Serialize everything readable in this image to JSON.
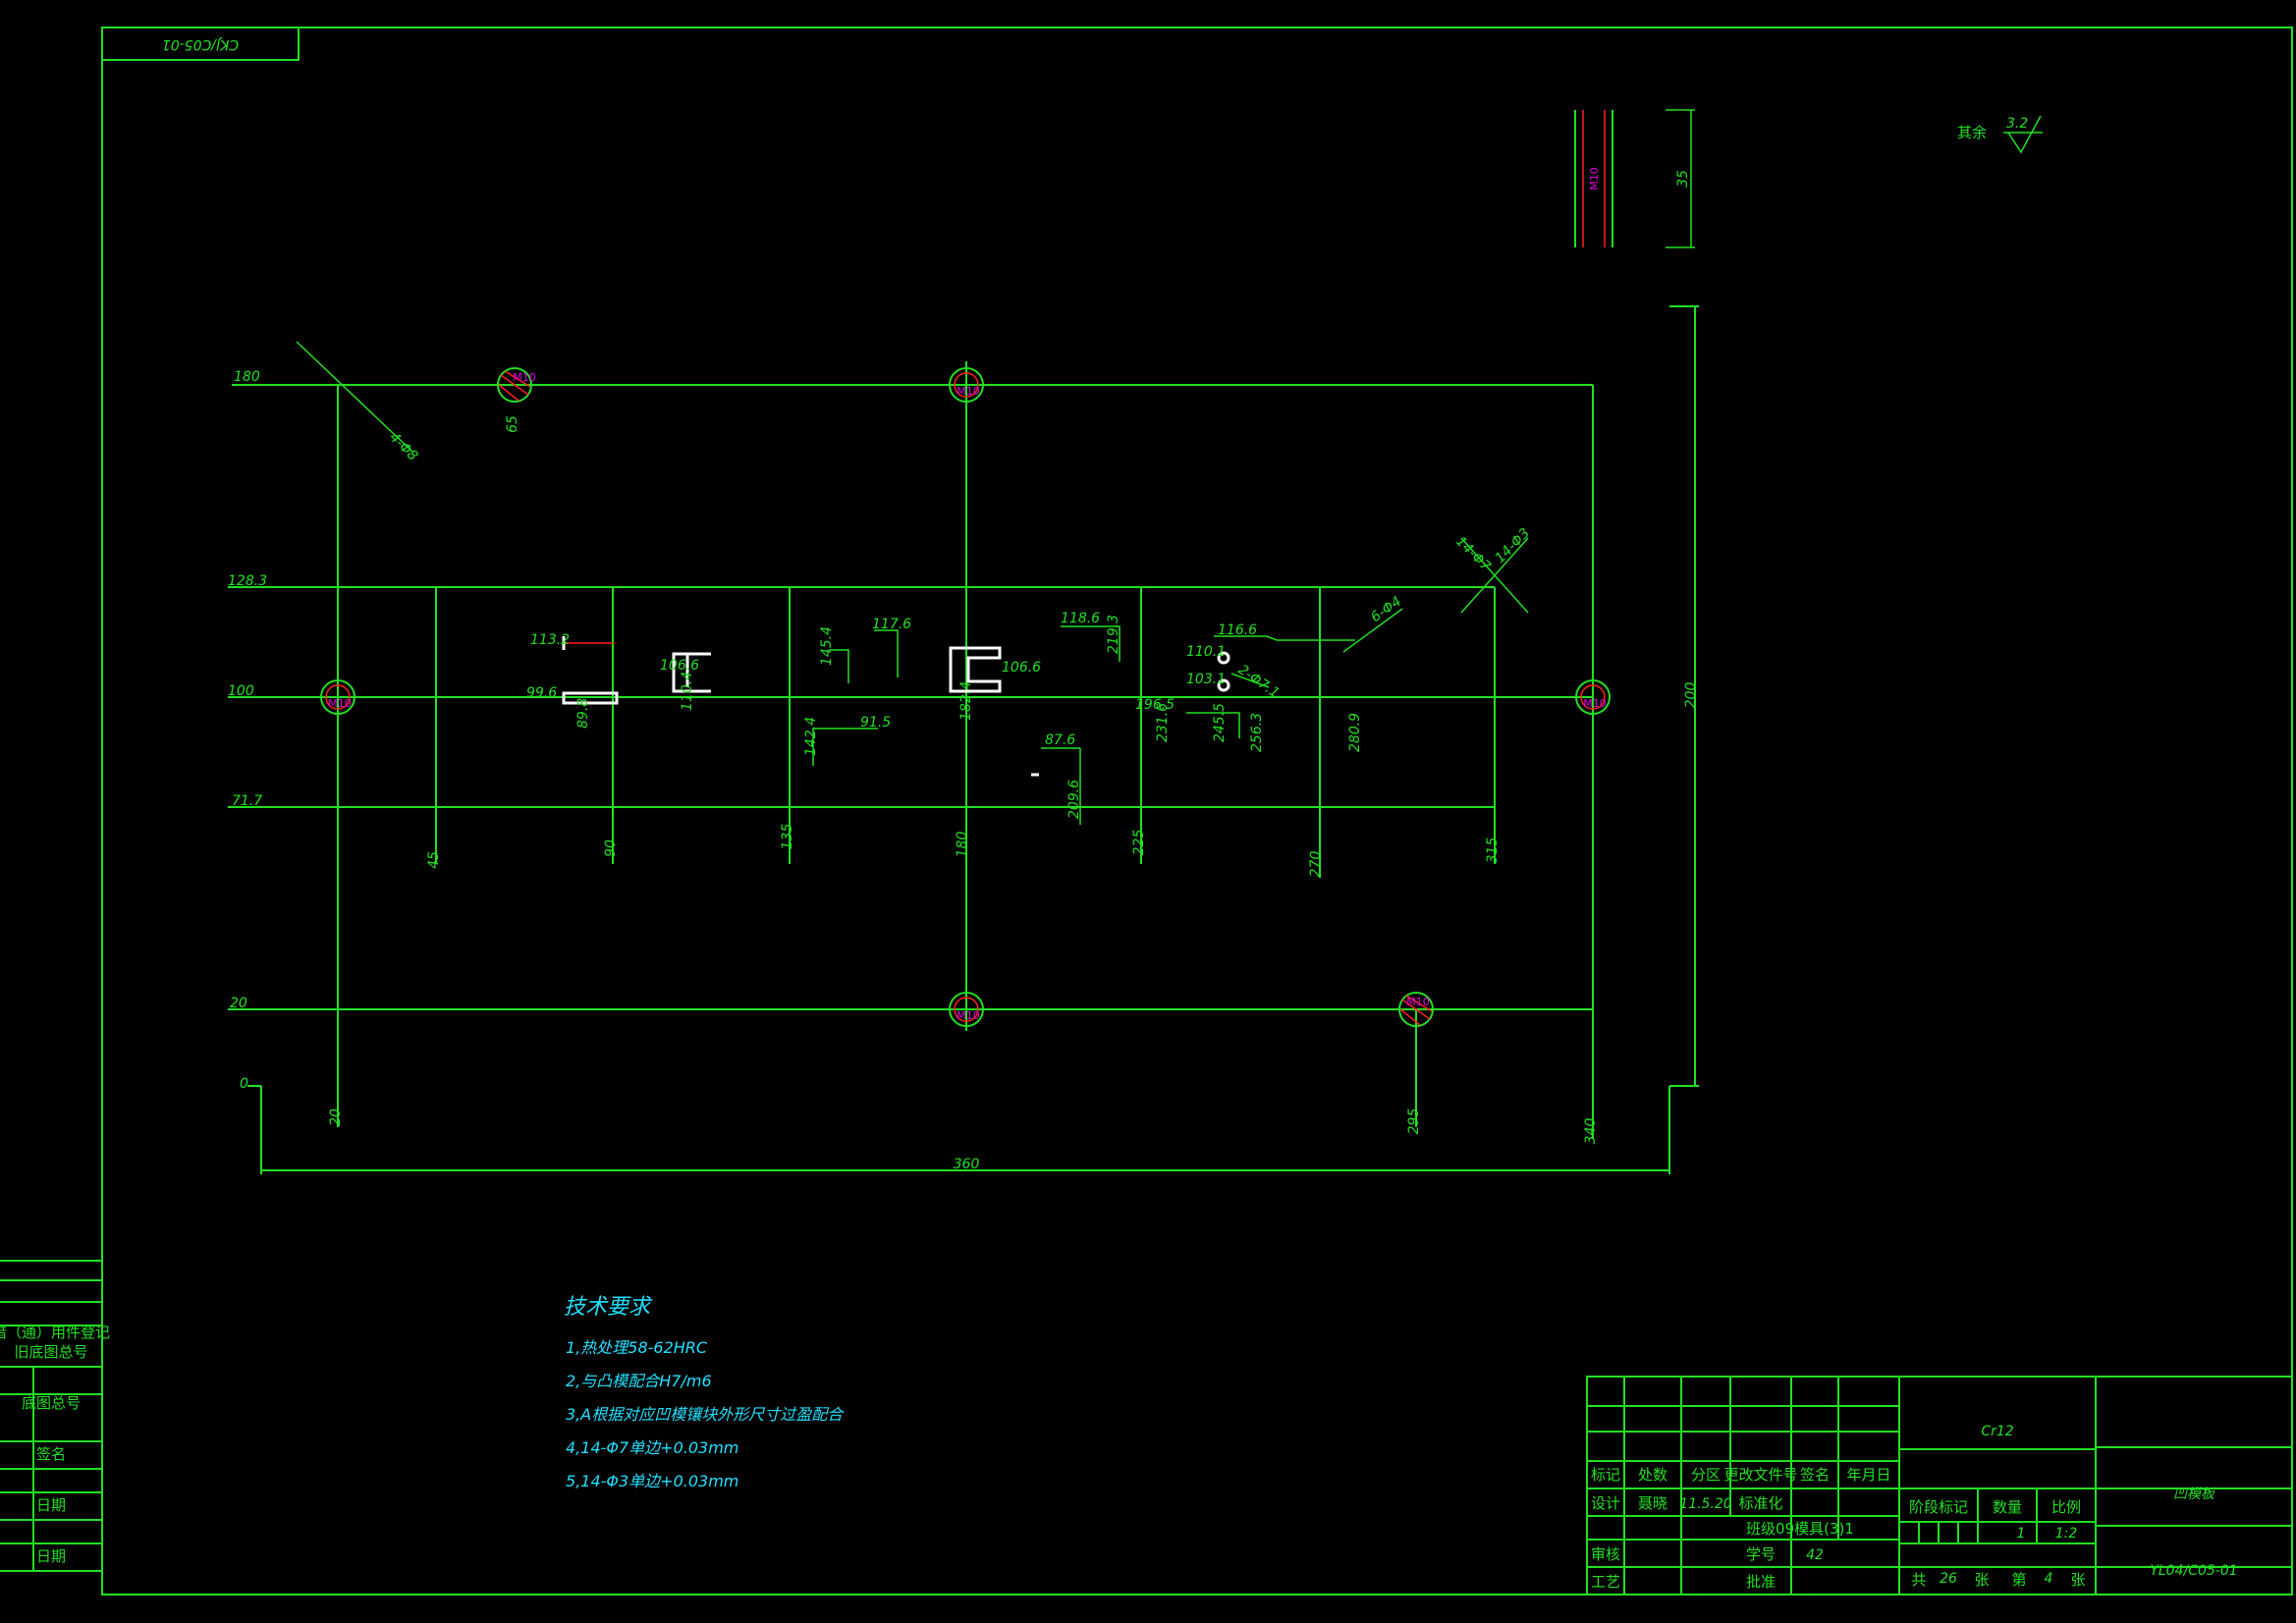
{
  "drawing_no_mirror": "CKJ/C05-01",
  "surface": {
    "label": "其余",
    "value": "3.2"
  },
  "thread": {
    "label": "M10",
    "depth": "35"
  },
  "overall": {
    "width": "360",
    "height": "200"
  },
  "y_dims": [
    "180",
    "128.3",
    "100",
    "71.7",
    "20",
    "0"
  ],
  "x_dims": [
    "45",
    "90",
    "135",
    "180",
    "225",
    "270",
    "315"
  ],
  "bottom_x": [
    "20",
    "295",
    "340"
  ],
  "hole_label": "M10",
  "top_small": "65",
  "callouts": {
    "four_holes": "4-Φ8",
    "phi14": "14-Φ7",
    "phi3": "14-Φ3",
    "two_phi": "2-Φ7.1",
    "six_phi": "6-Φ4"
  },
  "feature_dims": [
    "113.2",
    "99.6",
    "89.8",
    "106.6",
    "110.4",
    "145.4",
    "117.6",
    "142.4",
    "91.5",
    "106.6",
    "182.4",
    "87.6",
    "209.6",
    "118.6",
    "219.3",
    "196.5",
    "231.6",
    "116.6",
    "110.1",
    "103.1",
    "245.5",
    "256.3",
    "280.9"
  ],
  "tech_req": {
    "title": "技术要求",
    "items": [
      "1,热处理58-62HRC",
      "2,与凸模配合H7/m6",
      "3,A根据对应凹模镶块外形尺寸过盈配合",
      "4,14-Φ7单边+0.03mm",
      "5,14-Φ3单边+0.03mm"
    ]
  },
  "side_table": [
    "借（通）用件登记",
    "旧底图总号",
    "底图总号",
    "签名",
    "日期",
    "日期"
  ],
  "title_block": {
    "material": "Cr12",
    "part_name": "凹模板",
    "drawing_no": "YL04/C05-01",
    "header_cells": [
      "标记",
      "处数",
      "分区",
      "更改文件号",
      "签名",
      "年月日"
    ],
    "design_label": "设计",
    "designer": "聂晓",
    "date": "11.5.20",
    "standardization": "标准化",
    "review_label": "审核",
    "process_label": "工艺",
    "approve_label": "批准",
    "class_label": "班级",
    "class_value": "09模具(3)1",
    "student_no_label": "学号",
    "student_no": "42",
    "stage_label": "阶段标记",
    "qty_label": "数量",
    "scale_label": "比例",
    "qty": "1",
    "scale": "1:2",
    "sheet_total_prefix": "共",
    "sheet_total": "26",
    "sheet_total_suffix": "张",
    "sheet_no_prefix": "第",
    "sheet_no": "4",
    "sheet_no_suffix": "张"
  }
}
